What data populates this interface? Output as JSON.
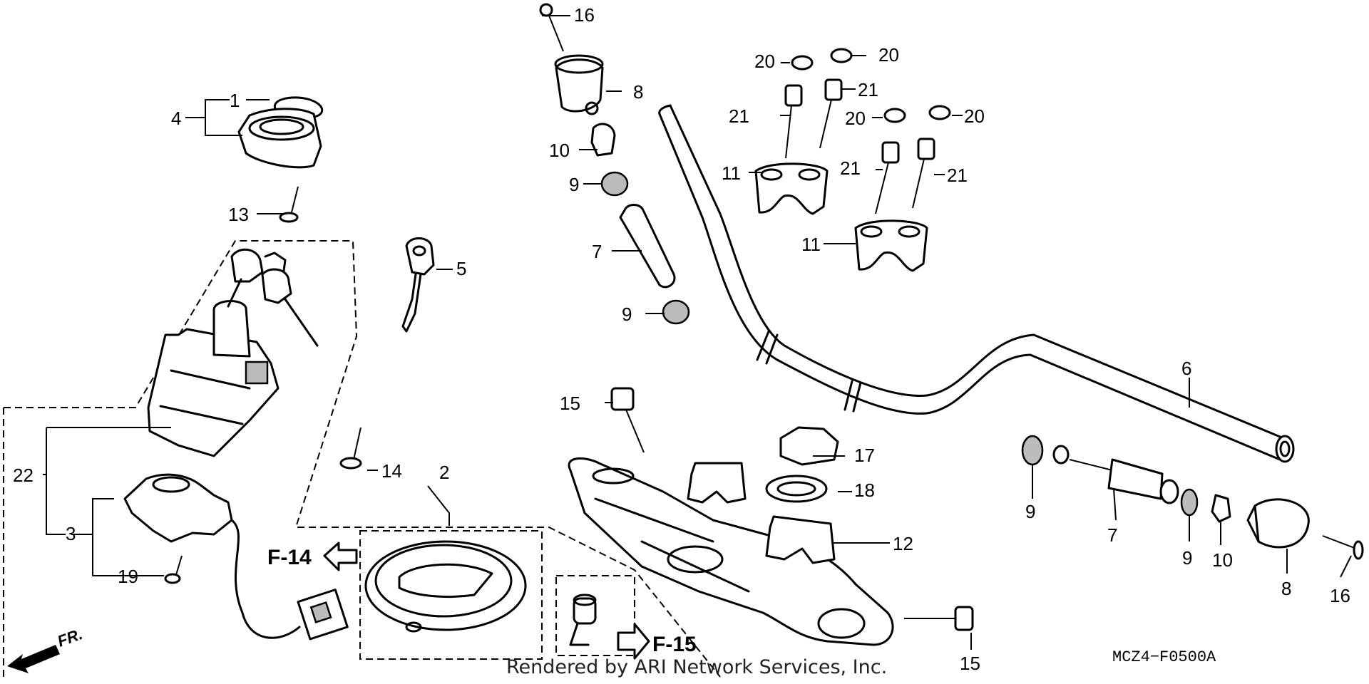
{
  "callouts": {
    "c1": "1",
    "c2": "2",
    "c3": "3",
    "c4": "4",
    "c5": "5",
    "c6": "6",
    "c7a": "7",
    "c7b": "7",
    "c8a": "8",
    "c8b": "8",
    "c9a": "9",
    "c9b": "9",
    "c9c": "9",
    "c10a": "10",
    "c10b": "10",
    "c11a": "11",
    "c11b": "11",
    "c12": "12",
    "c13": "13",
    "c14": "14",
    "c15a": "15",
    "c15b": "15",
    "c16a": "16",
    "c16b": "16",
    "c17": "17",
    "c18": "18",
    "c19": "19",
    "c20a": "20",
    "c20b": "20",
    "c20c": "20",
    "c20d": "20",
    "c21a": "21",
    "c21b": "21",
    "c21c": "21",
    "c21d": "21",
    "c22": "22"
  },
  "references": {
    "f14": "F-14",
    "f15": "F-15"
  },
  "front_marker": "FR.",
  "diagram_code": "MCZ4−F0500A",
  "watermark": "Rendered by ARI Network Services, Inc."
}
